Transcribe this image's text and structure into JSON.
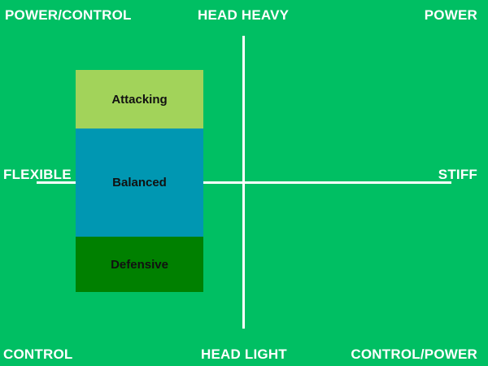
{
  "colors": {
    "background": "#00bf63",
    "axis": "#ffffff",
    "attacking": "#a2d35a",
    "balanced": "#0097b2",
    "defensive": "#008000"
  },
  "labels": {
    "top_left": "POWER/CONTROL",
    "top_center": "HEAD HEAVY",
    "top_right": "POWER",
    "middle_left": "FLEXIBLE",
    "middle_right": "STIFF",
    "bottom_left": "CONTROL",
    "bottom_center": "HEAD LIGHT",
    "bottom_right": "CONTROL/POWER"
  },
  "zones": [
    {
      "label": "Attacking"
    },
    {
      "label": "Balanced"
    },
    {
      "label": "Defensive"
    }
  ]
}
